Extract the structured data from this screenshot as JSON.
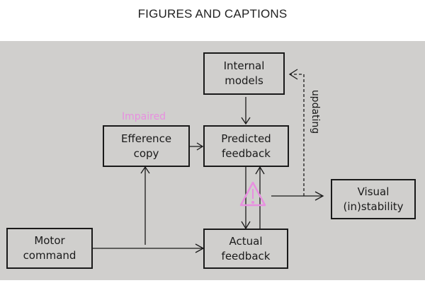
{
  "page": {
    "heading": "FIGURES AND CAPTIONS"
  },
  "diagram": {
    "nodes": {
      "internal_models": "Internal\nmodels",
      "efference_copy": "Efference\ncopy",
      "predicted_feedback": "Predicted\nfeedback",
      "visual_instability": "Visual\n(in)stability",
      "motor_command": "Motor\ncommand",
      "actual_feedback": "Actual\nfeedback"
    },
    "annotations": {
      "impaired": "Impaired",
      "updating": "updating"
    },
    "icons": {
      "mismatch": "warning-triangle-icon"
    },
    "colors": {
      "panel": "#d0cfcd",
      "stroke": "#1a1a1a",
      "highlight": "#e88fe0"
    },
    "edges": [
      {
        "from": "internal_models",
        "to": "predicted_feedback",
        "style": "solid"
      },
      {
        "from": "efference_copy",
        "to": "predicted_feedback",
        "style": "solid"
      },
      {
        "from": "motor_command",
        "to": "efference_copy",
        "style": "solid"
      },
      {
        "from": "motor_command",
        "to": "actual_feedback",
        "style": "solid"
      },
      {
        "from": "predicted_feedback",
        "to": "actual_feedback",
        "style": "solid"
      },
      {
        "from": "actual_feedback",
        "to": "predicted_feedback",
        "style": "solid"
      },
      {
        "from": "comparison",
        "to": "visual_instability",
        "style": "solid"
      },
      {
        "from": "comparison",
        "to": "internal_models",
        "style": "dashed",
        "label": "updating"
      }
    ]
  }
}
